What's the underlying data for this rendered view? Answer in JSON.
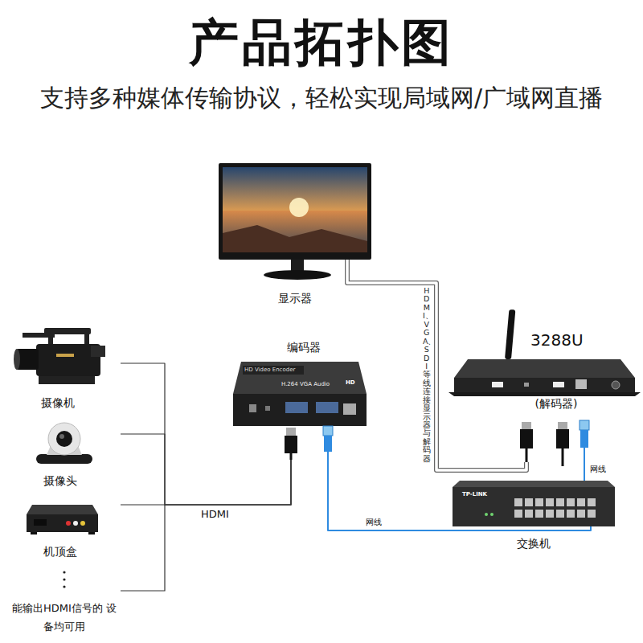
{
  "diagram": {
    "title": "产品拓扑图",
    "nodes": [
      {
        "text": [
          "显示器"
        ]
      },
      {
        "text": [
          "编码器",
          "HD Video Encoder",
          "H.264 VGA Audio",
          "HD"
        ]
      },
      {
        "text": [
          "3288U",
          "(解码器)"
        ]
      },
      {
        "text": [
          "摄像机"
        ]
      },
      {
        "text": [
          "摄像头"
        ]
      },
      {
        "text": [
          "机顶盒"
        ]
      },
      {
        "text": [
          "交换机",
          "TP-LINK"
        ]
      }
    ],
    "edges": [
      {
        "from": 0,
        "to": 2,
        "arrow": "none",
        "label": "HDMI、VGA、SDI等线连接显示器与解码器"
      },
      {
        "from": 3,
        "to": 1,
        "arrow": "none"
      },
      {
        "from": 4,
        "to": 1,
        "arrow": "none"
      },
      {
        "from": 5,
        "to": 1,
        "arrow": "none",
        "label": "HDMI"
      },
      {
        "from": 1,
        "to": 6,
        "arrow": "none",
        "label": "网线"
      },
      {
        "from": 2,
        "to": 6,
        "arrow": "none",
        "label": "网线"
      }
    ],
    "labels": [
      "支持多种媒体传输协议，轻松实现局域网/广域网直播",
      "能输出HDMI信号的 设备均可用"
    ]
  }
}
